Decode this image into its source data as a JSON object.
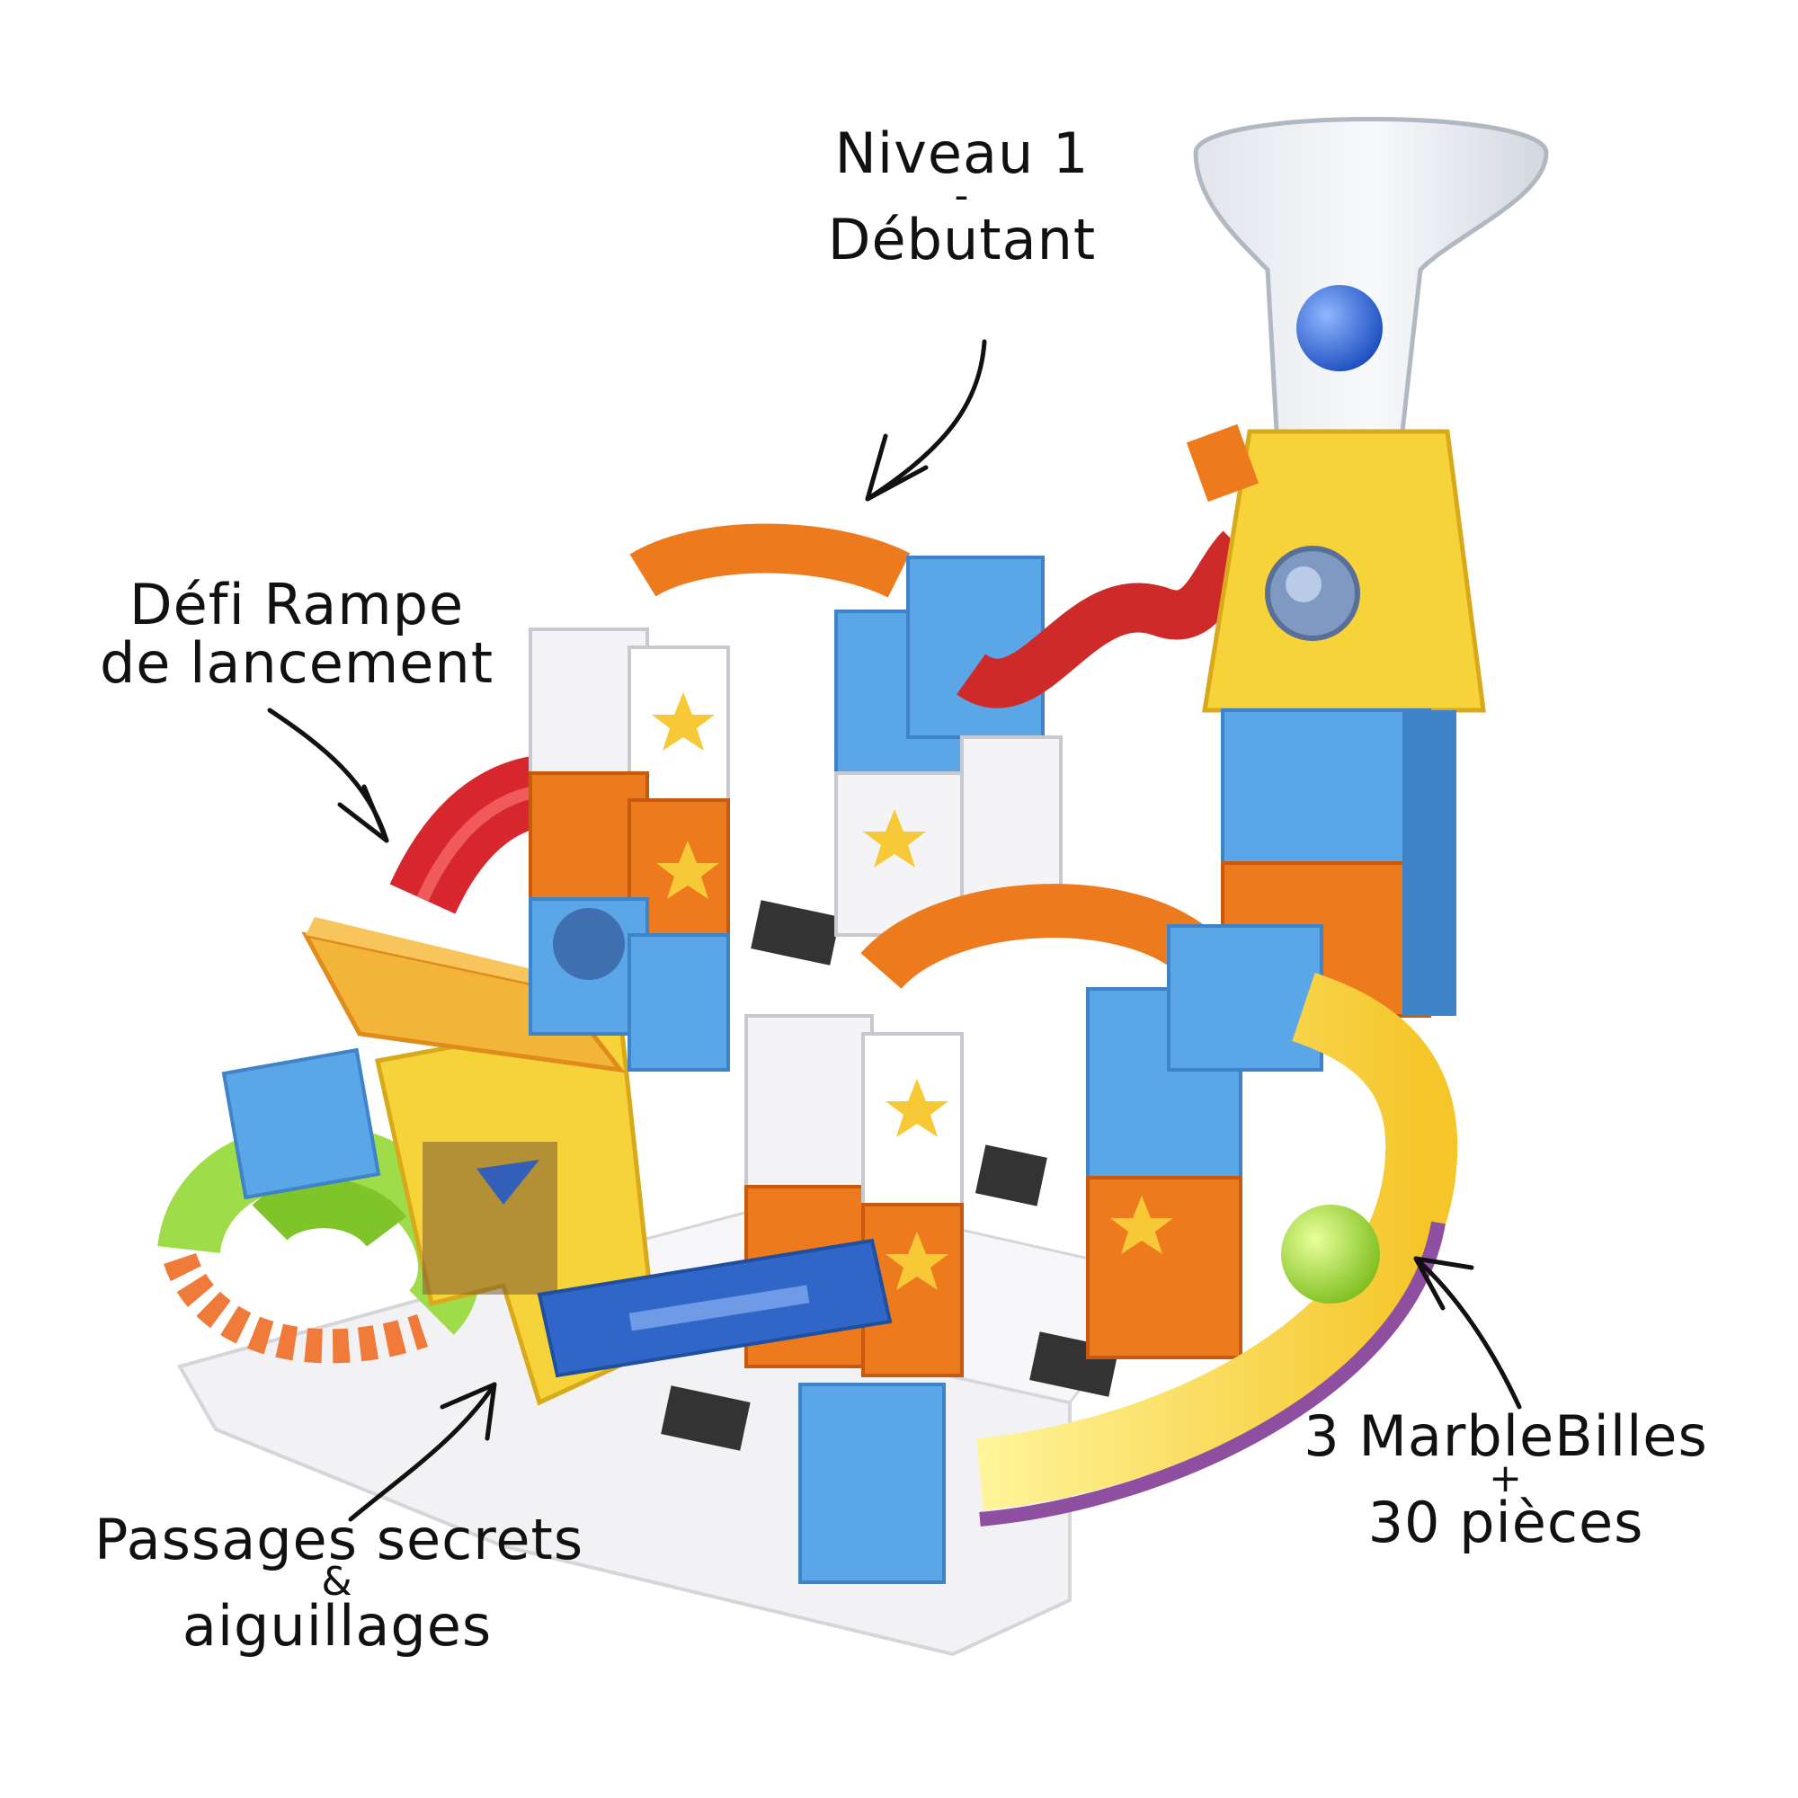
{
  "labels": {
    "level": {
      "line1": "Niveau 1",
      "sep": "-",
      "line2": "Débutant"
    },
    "ramp": {
      "line1": "Défi Rampe",
      "line2": "de lancement"
    },
    "secret": {
      "line1": "Passages secrets",
      "sep": "&",
      "line2": "aiguillages"
    },
    "marbles": {
      "line1": "3 MarbleBilles",
      "sep": "+",
      "line2": "30 pièces"
    }
  },
  "colors": {
    "background": "#ffffff",
    "ink": "#111111",
    "orange": "#ee7a1e",
    "blue": "#5aa6e6",
    "yellow": "#f7d33a",
    "red": "#d8262e",
    "green": "#8fd13f",
    "white_block": "#f4f4f6",
    "purple": "#8e4fa0"
  },
  "icons": [
    "arrow-icon",
    "star-icon",
    "marble-ball-icon",
    "funnel-icon"
  ]
}
